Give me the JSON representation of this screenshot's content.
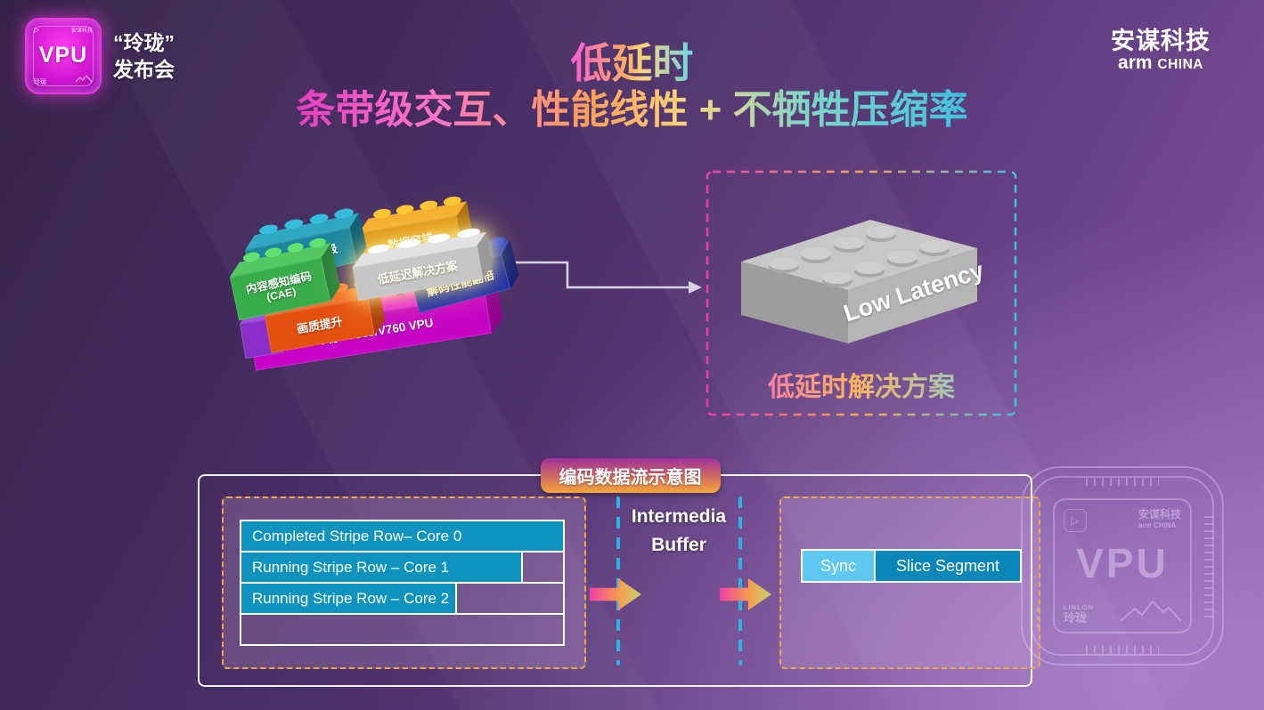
{
  "header": {
    "badge": {
      "vpu": "VPU",
      "brand_small": "安谋科技",
      "name_small": "玲珑",
      "play_glyph": "▷"
    },
    "event": {
      "line1": "“玲珑”",
      "line2": "发布会"
    },
    "brand": {
      "cn": "安谋科技",
      "arm": "arm",
      "region": "CHINA"
    }
  },
  "title": {
    "line1": "低延时",
    "line2": "条带级交互、性能线性 + 不牺牲压缩率"
  },
  "bricks": {
    "base": {
      "label": "“玲珑” V560/V760 VPU",
      "color": {
        "front": "#c603c6",
        "top": "#e81fe0",
        "side": "#8f028f"
      }
    },
    "items": [
      {
        "label": "H.266编码升级",
        "color": {
          "front": "#1a86a0",
          "top": "#2fa8c2",
          "side": "#0e5e74"
        }
      },
      {
        "label_line1": "内容感知编码",
        "label_line2": "(CAE)",
        "color": {
          "front": "#39ad4b",
          "top": "#55c862",
          "side": "#27803a"
        }
      },
      {
        "label": "画质提升",
        "color": {
          "front": "#e4500e",
          "top": "#f4712a",
          "side": "#a83908"
        }
      },
      {
        "label": "数据容错",
        "color": {
          "front": "#df9110",
          "top": "#f4ae2c",
          "side": "#a86a08"
        }
      },
      {
        "label": "低延迟解决方案",
        "color": {
          "front": "#c6c6c6",
          "top": "#e2e2e2",
          "side": "#9a9a9a"
        }
      },
      {
        "label": "解码性能翻倍",
        "color": {
          "front": "#1b2da6",
          "top": "#2d44c6",
          "side": "#111e74"
        }
      },
      {
        "label": "",
        "color": {
          "front": "#8b2fc9",
          "top": "#a44fe0",
          "side": "#65219c"
        }
      }
    ]
  },
  "solution_box": {
    "brick_text": "Low Latency",
    "caption": "低延时解决方案"
  },
  "flow": {
    "tag": "编码数据流示意图",
    "rows": [
      {
        "label": "Completed Stripe Row– Core 0",
        "fill": "100%"
      },
      {
        "label": "Running Stripe Row – Core 1",
        "fill": "87%"
      },
      {
        "label": "Running Stripe Row – Core 2",
        "fill": "66.5%"
      },
      {
        "label": "",
        "fill": "0%"
      }
    ],
    "buffer": {
      "line1": "Intermedia",
      "line2": "Buffer"
    },
    "output": {
      "sync": "Sync",
      "segment": "Slice Segment"
    }
  },
  "watermark": {
    "vpu": "VPU",
    "brand_cn": "安谋科技",
    "brand_en": "arm CHINA",
    "linlon": "LINLON",
    "linglong": "玲珑",
    "play_glyph": "▷"
  },
  "colors": {
    "bar_teal": "#0e93bf",
    "sync_light": "#5fc8f3",
    "segment_teal": "#0a86b8",
    "dash_orange": "#efa93f",
    "dash_cyan": "#2cb2e4",
    "tag_top": "#9d2f9e",
    "tag_bottom": "#f5a73c",
    "base_magenta": "#c603c6",
    "headline_pink": "#ff5ad0",
    "headline_orange": "#ffad62",
    "headline_cyan": "#67d6e8"
  }
}
